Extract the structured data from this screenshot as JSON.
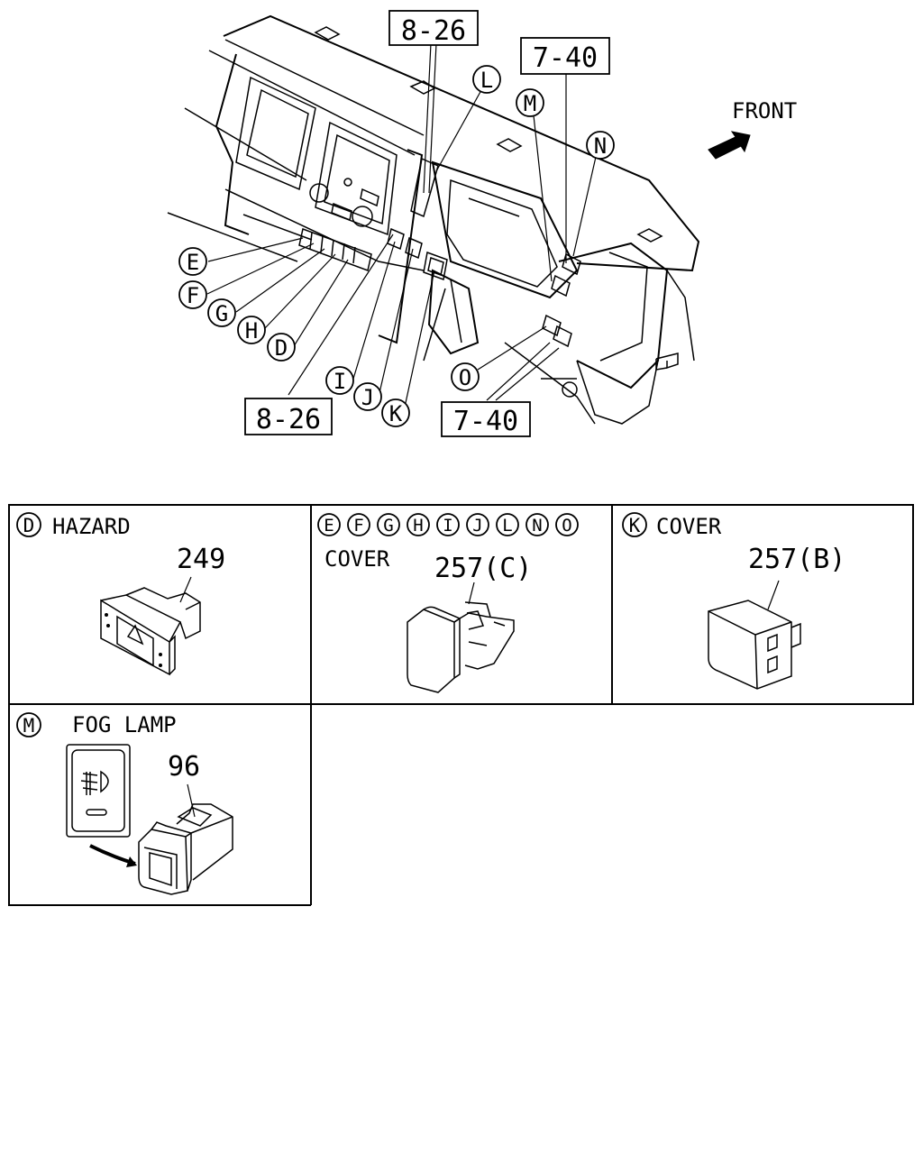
{
  "overview": {
    "ref_boxes": [
      "8-26",
      "7-40",
      "8-26",
      "7-40"
    ],
    "front_label": "FRONT",
    "callouts": [
      "E",
      "F",
      "G",
      "H",
      "D",
      "I",
      "J",
      "K",
      "L",
      "M",
      "N",
      "O"
    ]
  },
  "panels": [
    {
      "letters": [
        "D"
      ],
      "title": "HAZARD",
      "part_no": "249"
    },
    {
      "letters": [
        "E",
        "F",
        "G",
        "H",
        "I",
        "J",
        "L",
        "N",
        "O"
      ],
      "title": "COVER",
      "part_no": "257(C)"
    },
    {
      "letters": [
        "K"
      ],
      "title": "COVER",
      "part_no": "257(B)"
    },
    {
      "letters": [
        "M"
      ],
      "title": "FOG LAMP",
      "part_no": "96"
    }
  ]
}
